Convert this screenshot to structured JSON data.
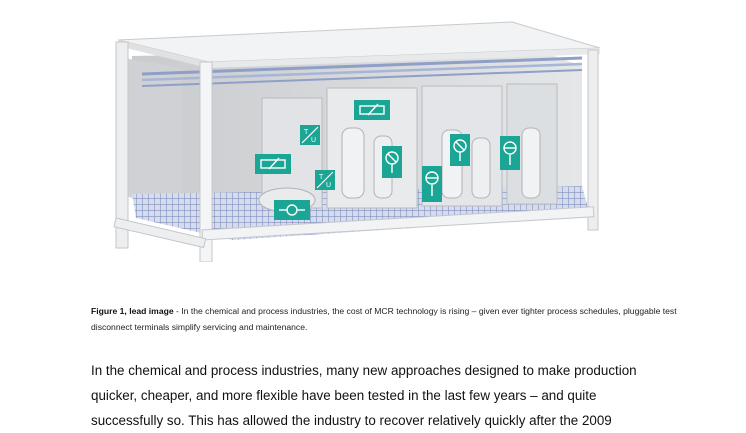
{
  "figure": {
    "alt_icons": [
      "temperature-transmitter-icon",
      "level-switch-icon",
      "tu-converter-icon",
      "flow-meter-icon",
      "valve-icon",
      "pressure-gauge-icon"
    ]
  },
  "caption": {
    "label": "Figure 1, lead image",
    "text": " - In the chemical and process industries, the cost of MCR technology is rising – given ever tighter process schedules, pluggable test disconnect terminals simplify servicing and maintenance."
  },
  "body": {
    "line1": "In the chemical and process industries, many new approaches designed to make production",
    "line2": "quicker, cheaper, and more flexible have been tested in the last few years – and quite",
    "line3": "successfully so. This has allowed the industry to recover relatively quickly after the 2009"
  },
  "colors": {
    "accent": "#1aa594",
    "frame": "#eceef0",
    "pipe": "#8ea0c8"
  }
}
